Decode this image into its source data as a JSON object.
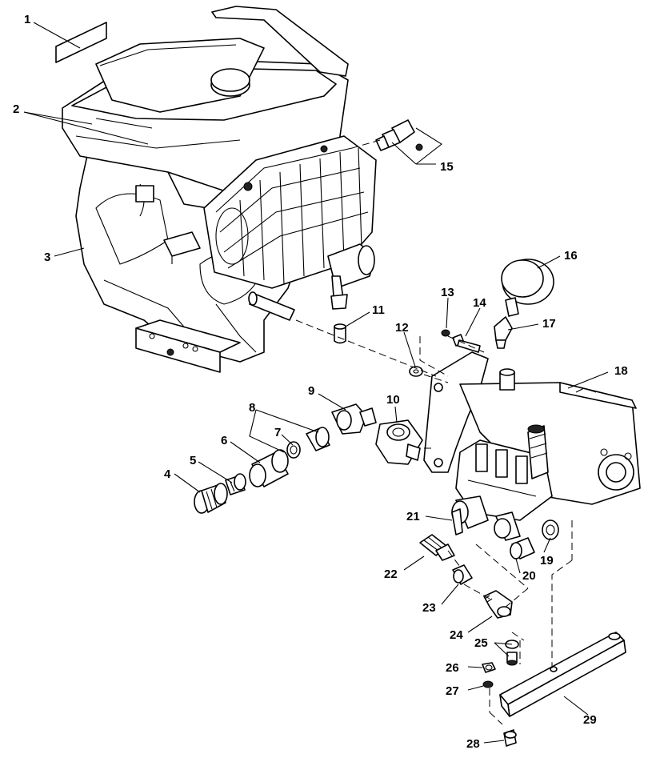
{
  "diagram": {
    "callouts": [
      {
        "id": "c1",
        "label": "1"
      },
      {
        "id": "c2",
        "label": "2"
      },
      {
        "id": "c3",
        "label": "3"
      },
      {
        "id": "c4",
        "label": "4"
      },
      {
        "id": "c5",
        "label": "5"
      },
      {
        "id": "c6",
        "label": "6"
      },
      {
        "id": "c7",
        "label": "7"
      },
      {
        "id": "c8",
        "label": "8"
      },
      {
        "id": "c9",
        "label": "9"
      },
      {
        "id": "c10",
        "label": "10"
      },
      {
        "id": "c11",
        "label": "11"
      },
      {
        "id": "c12",
        "label": "12"
      },
      {
        "id": "c13",
        "label": "13"
      },
      {
        "id": "c14",
        "label": "14"
      },
      {
        "id": "c15",
        "label": "15"
      },
      {
        "id": "c16",
        "label": "16"
      },
      {
        "id": "c17",
        "label": "17"
      },
      {
        "id": "c18",
        "label": "18"
      },
      {
        "id": "c19",
        "label": "19"
      },
      {
        "id": "c20",
        "label": "20"
      },
      {
        "id": "c21",
        "label": "21"
      },
      {
        "id": "c22",
        "label": "22"
      },
      {
        "id": "c23",
        "label": "23"
      },
      {
        "id": "c24",
        "label": "24"
      },
      {
        "id": "c25",
        "label": "25"
      },
      {
        "id": "c26",
        "label": "26"
      },
      {
        "id": "c27",
        "label": "27"
      },
      {
        "id": "c28",
        "label": "28"
      },
      {
        "id": "c29",
        "label": "29"
      }
    ]
  }
}
